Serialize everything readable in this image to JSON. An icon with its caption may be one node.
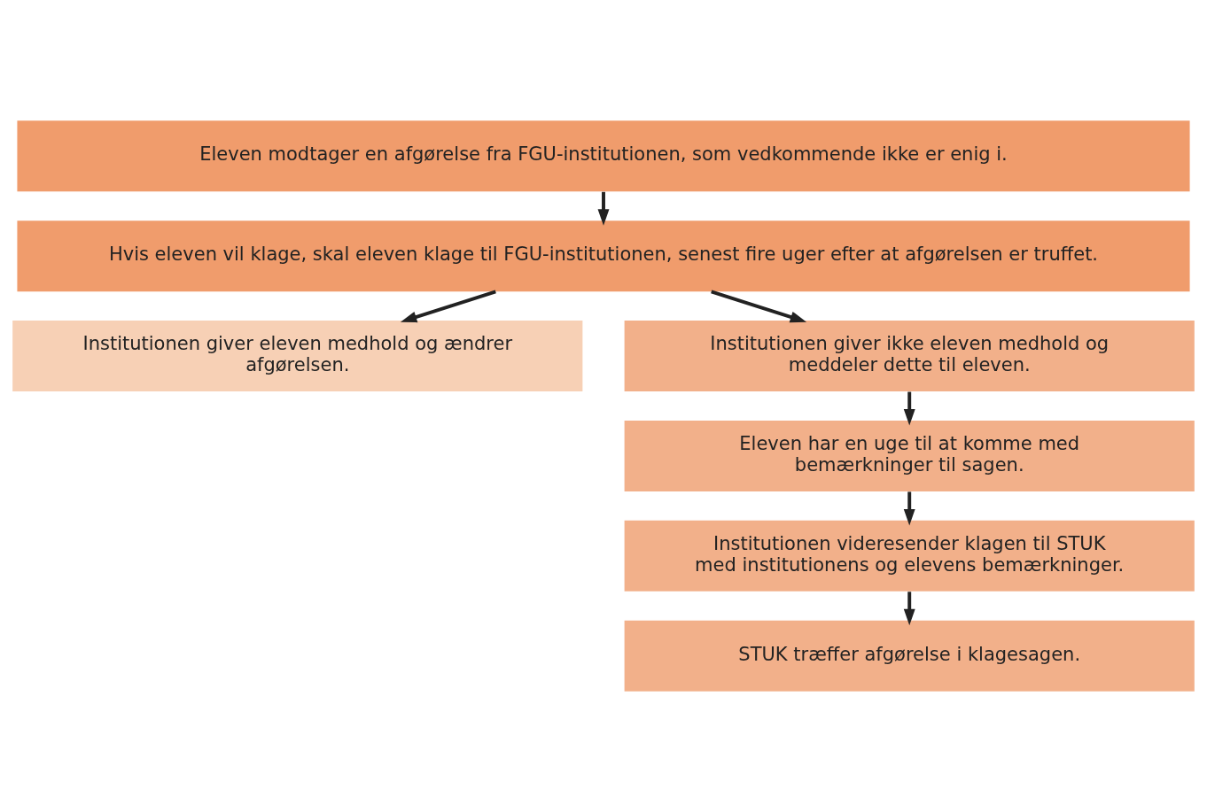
{
  "diagram": {
    "nodes": [
      {
        "text": [
          "Eleven modtager en afgørelse fra FGU-institutionen, som vedkommende ikke er enig i."
        ]
      },
      {
        "text": [
          "Hvis eleven vil klage, skal eleven klage til FGU-institutionen, senest fire uger efter at afgørelsen er truffet."
        ]
      },
      {
        "text": [
          "Institutionen giver eleven medhold og ændrer afgørelsen."
        ]
      },
      {
        "text": [
          "Institutionen giver ikke eleven medhold og meddeler dette til eleven."
        ]
      },
      {
        "text": [
          "Eleven har en uge til at komme med bemærkninger til sagen."
        ]
      },
      {
        "text": [
          "Institutionen videresender klagen til STUK med institutionens og elevens bemærkninger."
        ]
      },
      {
        "text": [
          "STUK træffer afgørelse i klagesagen."
        ]
      }
    ],
    "edges": [
      {
        "from": 0,
        "to": 1,
        "arrow": "to"
      },
      {
        "from": 1,
        "to": 2,
        "arrow": "to"
      },
      {
        "from": 1,
        "to": 3,
        "arrow": "to"
      },
      {
        "from": 3,
        "to": 4,
        "arrow": "to"
      },
      {
        "from": 4,
        "to": 5,
        "arrow": "to"
      },
      {
        "from": 5,
        "to": 6,
        "arrow": "to"
      }
    ]
  }
}
